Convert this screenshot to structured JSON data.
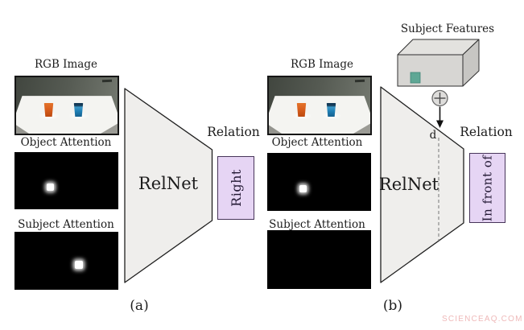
{
  "figure": {
    "panel_a": {
      "caption": "(a)",
      "rgb_image": {
        "label": "RGB Image"
      },
      "object_attention": {
        "label": "Object Attention"
      },
      "subject_attention": {
        "label": "Subject Attention"
      },
      "network": {
        "label": "RelNet"
      },
      "output": {
        "label": "Relation",
        "value": "Right"
      }
    },
    "panel_b": {
      "caption": "(b)",
      "rgb_image": {
        "label": "RGB Image"
      },
      "object_attention": {
        "label": "Object Attention"
      },
      "subject_attention": {
        "label": "Subject Attention"
      },
      "network": {
        "label": "RelNet"
      },
      "output": {
        "label": "Relation",
        "value": "In front of"
      },
      "subject_features": {
        "label": "Subject Features"
      },
      "depth_marker": "d"
    },
    "watermark": "SCIENCEAQ.COM"
  },
  "colors": {
    "outline": "#1f1f1f",
    "funnel_fill": "#efeeec",
    "relation_box_fill": "#e6d5f4",
    "relation_box_border": "#47355a",
    "relation_text": "#221833",
    "attention_bg": "#000000",
    "attention_dot": "#ffffff",
    "cube_front": "#d7d6d3",
    "cube_top": "#e3e2df",
    "cube_side": "#c7c6c3",
    "feature_cell": "#5fa795",
    "feature_cell_border": "#3f8577",
    "wall_dark": "#41463f",
    "wall_light": "#757a71",
    "table_white": "#f4f4f1",
    "cup_orange": "#d95f1e",
    "cup_blue": "#1f7fb5",
    "watermark_color": "#efb9b9"
  }
}
